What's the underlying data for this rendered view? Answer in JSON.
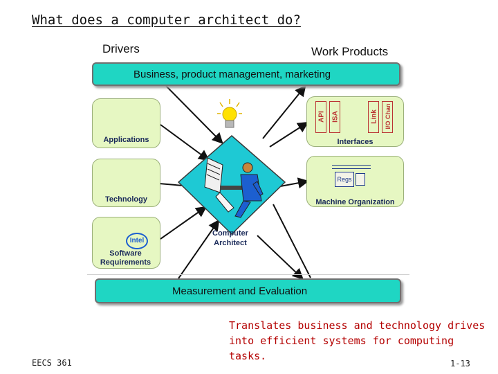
{
  "slide": {
    "title": "What does a computer architect do?",
    "drivers_label": "Drivers",
    "work_products_label": "Work Products",
    "top_box": "Business, product management, marketing",
    "bottom_box": "Measurement and Evaluation",
    "left_panels": [
      {
        "label": "Applications"
      },
      {
        "label": "Technology"
      },
      {
        "label": "Software Requirements",
        "brand": "Intel"
      }
    ],
    "right_panels": [
      {
        "label": "Interfaces",
        "columns": [
          "API",
          "ISA",
          "Link",
          "I/O Chan"
        ]
      },
      {
        "label": "Machine Organization",
        "inner": "Regs"
      }
    ],
    "center_label": [
      "Computer",
      "Architect"
    ],
    "note_lines": [
      "Translates business and technology drives",
      "into efficient systems for computing tasks."
    ],
    "footer_left": "EECS 361",
    "footer_right": "1-13"
  },
  "colors": {
    "box_fill": "#1fd6c3",
    "panel_fill": "#e6f7c2",
    "diamond_fill": "#1ec9d4",
    "note_text": "#b40000"
  },
  "icons": [
    "lightbulb-icon",
    "architect-figure-icon",
    "penguin-icon",
    "windows-logo-icon",
    "intel-logo-icon",
    "pc-tower-icon",
    "monitor-icon",
    "microchip-icon",
    "transistor-icon"
  ]
}
